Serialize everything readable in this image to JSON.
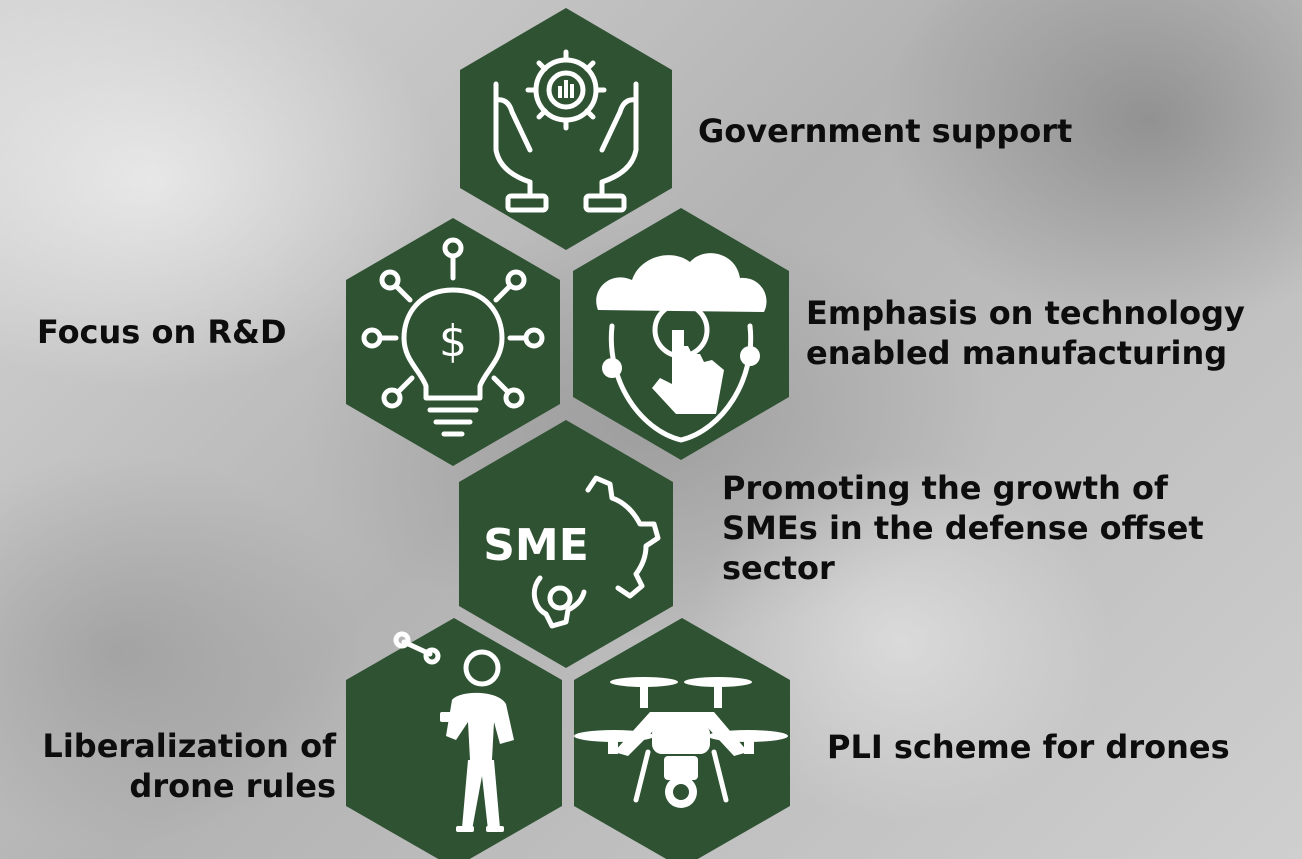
{
  "labels": {
    "government_support": "Government support",
    "focus_rd": "Focus on R&D",
    "emphasis_line1": "Emphasis on technology",
    "emphasis_line2": "enabled manufacturing",
    "sme_line1": "Promoting the growth of",
    "sme_line2": "SMEs in the defense offset",
    "sme_line3": "sector",
    "drone_rules_line1": "Liberalization of",
    "drone_rules_line2": "drone rules",
    "pli": "PLI scheme for drones"
  },
  "sme_icon_text": "SME",
  "icons": [
    "hands-gear-icon",
    "lightbulb-dollar-icon",
    "cloud-touch-gear-icon",
    "sme-gear-icon",
    "person-flying-drone-icon",
    "drone-camera-icon"
  ],
  "colors": {
    "hexagon": "#2f5233",
    "icon": "#ffffff",
    "text": "#0d0d0d"
  }
}
